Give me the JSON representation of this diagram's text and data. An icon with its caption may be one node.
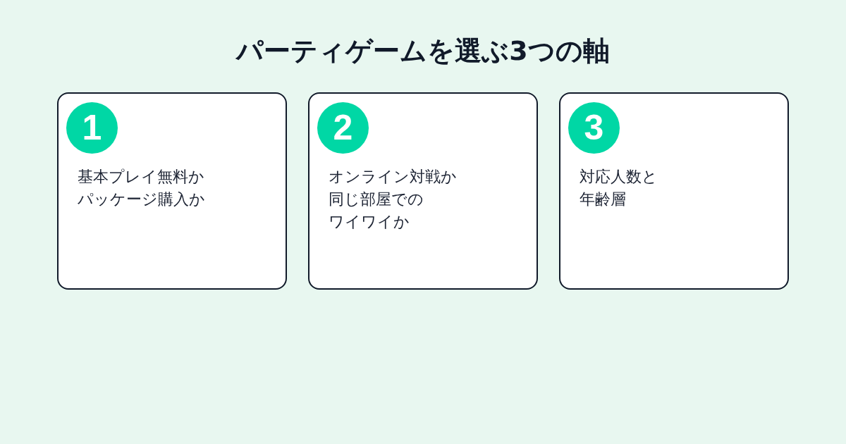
{
  "diagram": {
    "title": "パーティゲームを選ぶ3つの軸",
    "nodes": [
      {
        "text": [
          "基本プレイ無料かパッケージ購入か"
        ]
      },
      {
        "text": [
          "1"
        ],
        "in": 0
      },
      {
        "text": [
          "オンライン対戦か同じ部屋でのワイワイか"
        ]
      },
      {
        "text": [
          "2"
        ],
        "in": 2
      },
      {
        "text": [
          "対応人数と年齢層"
        ]
      },
      {
        "text": [
          "3"
        ],
        "in": 4
      }
    ]
  }
}
